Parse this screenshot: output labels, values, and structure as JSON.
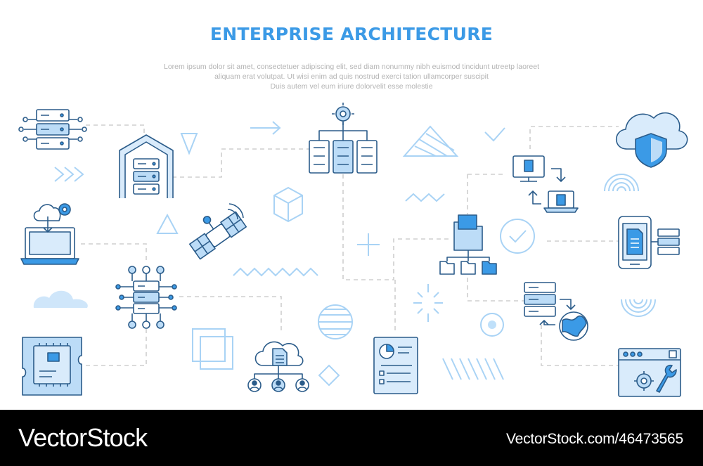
{
  "header": {
    "title": "ENTERPRISE ARCHITECTURE",
    "lines": [
      "Lorem ipsum dolor sit amet, consectetuer adipiscing elit, sed diam nonummy nibh euismod tincidunt utreetp laoreet",
      "aliquam erat volutpat. Ut wisi enim ad  quis nostrud exerci tation ullamcorper suscipit",
      "Duis autem vel eum iriure dolorvelit esse molestie"
    ]
  },
  "icons": [
    "server-network-icon",
    "server-house-icon",
    "org-chart-servers-icon",
    "cloud-shield-icon",
    "laptop-cloud-download-icon",
    "satellite-icon",
    "computer-transfer-icon",
    "folder-hierarchy-icon",
    "phone-database-icon",
    "server-hub-icon",
    "server-globe-icon",
    "chip-icon",
    "cloud-users-icon",
    "report-document-icon",
    "browser-settings-icon"
  ],
  "colors": {
    "accent": "#3b9ae6",
    "line": "#2b5c8a",
    "fill": "#bcdcf7",
    "light": "#d9ebfb",
    "deco": "#a9d3f5"
  },
  "footer": {
    "brand": "VectorStock",
    "url": "VectorStock.com/46473565"
  }
}
